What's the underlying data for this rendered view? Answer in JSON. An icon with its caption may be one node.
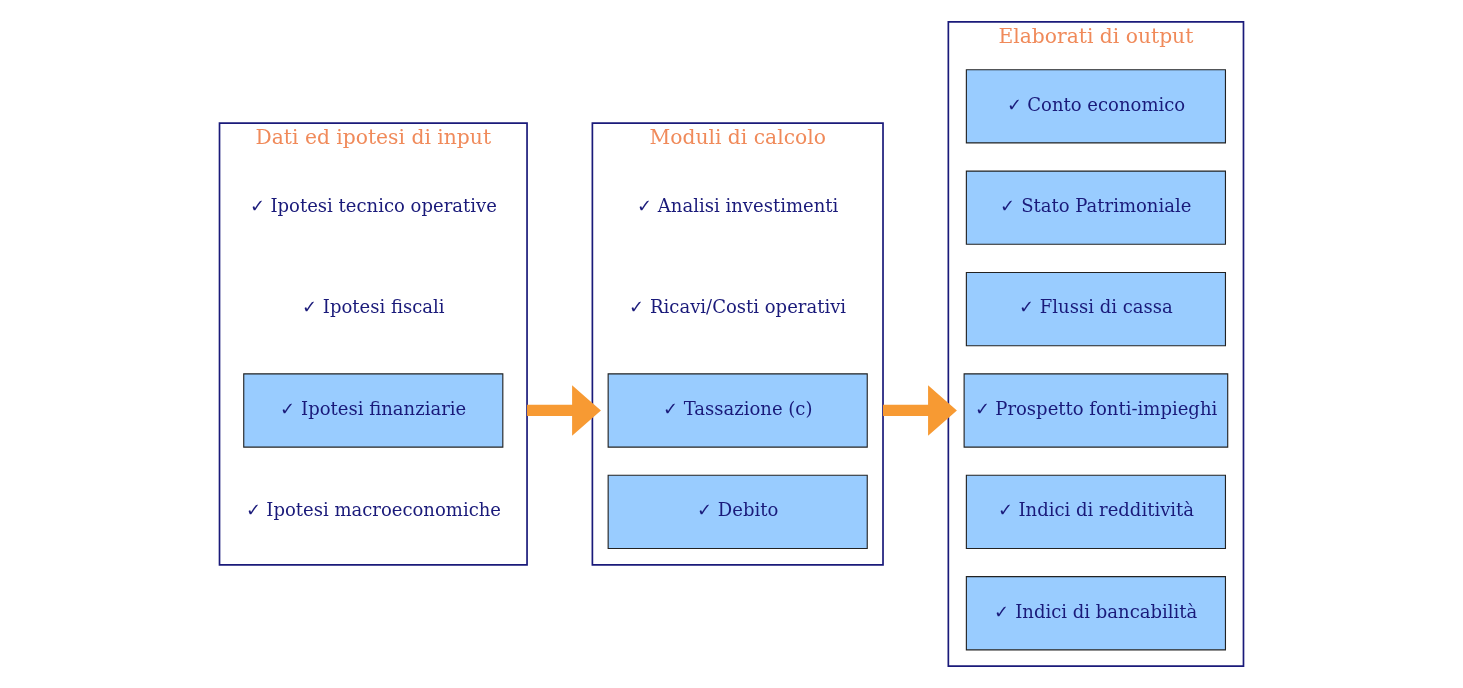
{
  "diagram": {
    "nodes": [
      {
        "text": [
          "Dati ed ipotesi di input"
        ]
      },
      {
        "text": [
          "✓ Ipotesi tecnico operative"
        ],
        "in": 0
      },
      {
        "text": [
          "✓ Ipotesi fiscali"
        ],
        "in": 0
      },
      {
        "text": [
          "✓ Ipotesi finanziarie"
        ],
        "in": 0
      },
      {
        "text": [
          "✓ Ipotesi macroeconomiche"
        ],
        "in": 0
      },
      {
        "text": [
          "Moduli di calcolo"
        ]
      },
      {
        "text": [
          "✓ Analisi investimenti"
        ],
        "in": 5
      },
      {
        "text": [
          "✓ Ricavi/Costi operativi"
        ],
        "in": 5
      },
      {
        "text": [
          "✓ Tassazione (c)"
        ],
        "in": 5
      },
      {
        "text": [
          "✓ Debito"
        ],
        "in": 5
      },
      {
        "text": [
          "Elaborati di output"
        ]
      },
      {
        "text": [
          "✓ Conto economico"
        ],
        "in": 10
      },
      {
        "text": [
          "✓ Stato Patrimoniale"
        ],
        "in": 10
      },
      {
        "text": [
          "✓ Flussi di cassa"
        ],
        "in": 10
      },
      {
        "text": [
          "✓ Prospetto fonti-impieghi"
        ],
        "in": 10
      },
      {
        "text": [
          "✓ Indici di redditività"
        ],
        "in": 10
      },
      {
        "text": [
          "✓ Indici di bancabilità"
        ],
        "in": 10
      }
    ],
    "edges": [
      {
        "from": 0,
        "to": 5,
        "arrow": "to",
        "color": "#f79a33"
      },
      {
        "from": 5,
        "to": 10,
        "arrow": "to",
        "color": "#f79a33"
      }
    ]
  }
}
